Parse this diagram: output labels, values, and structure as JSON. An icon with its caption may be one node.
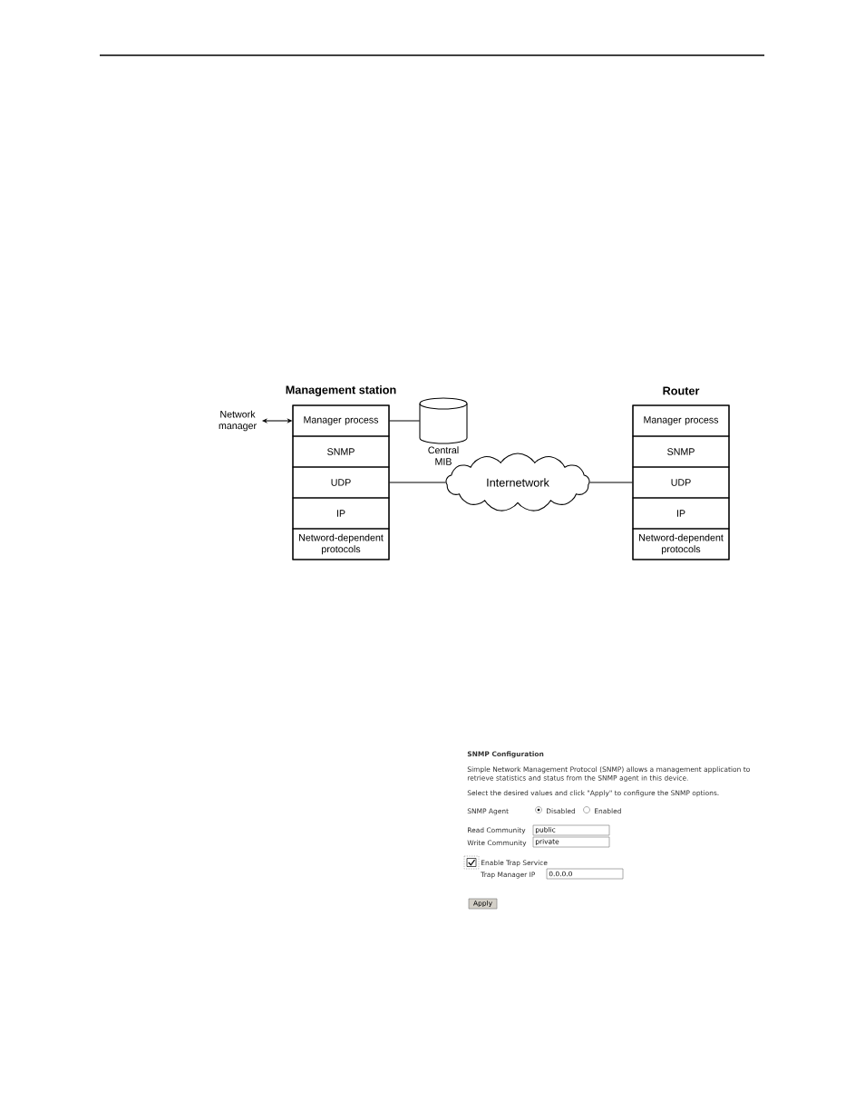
{
  "diagram": {
    "nodes": [
      {
        "text": [
          "Network manager"
        ]
      },
      {
        "text": [
          "Management station"
        ]
      },
      {
        "text": [
          "Manager process"
        ],
        "in": 1
      },
      {
        "text": [
          "SNMP"
        ],
        "in": 1
      },
      {
        "text": [
          "UDP"
        ],
        "in": 1
      },
      {
        "text": [
          "IP"
        ],
        "in": 1
      },
      {
        "text": [
          "Netword-dependent protocols"
        ],
        "in": 1
      },
      {
        "text": [],
        "shape": "cylinder",
        "beside": [
          "Central MIB"
        ]
      },
      {
        "text": [
          "Internetwork"
        ]
      },
      {
        "text": [
          "Router"
        ]
      },
      {
        "text": [
          "Manager process"
        ],
        "in": 9
      },
      {
        "text": [
          "SNMP"
        ],
        "in": 9
      },
      {
        "text": [
          "UDP"
        ],
        "in": 9
      },
      {
        "text": [
          "IP"
        ],
        "in": 9
      },
      {
        "text": [
          "Netword-dependent protocols"
        ],
        "in": 9
      }
    ],
    "edges": [
      {
        "from": 0,
        "to": 2,
        "arrow": "both"
      },
      {
        "from": 2,
        "to": 7,
        "arrow": "none"
      },
      {
        "from": 4,
        "to": 8,
        "arrow": "none"
      },
      {
        "from": 8,
        "to": 12,
        "arrow": "none"
      }
    ],
    "labels": [
      "SNMP Configuration",
      "Simple Network Management Protocol (SNMP) allows a management application to retrieve statistics and status from the SNMP agent in this device.",
      "Select the desired values and click \"Apply\" to configure the SNMP options.",
      "SNMP Agent",
      "Disabled",
      "Enabled",
      "Read Community",
      "public",
      "Write Community",
      "private",
      "Enable Trap Service",
      "Trap Manager IP",
      "0.0.0.0",
      "Apply"
    ]
  }
}
